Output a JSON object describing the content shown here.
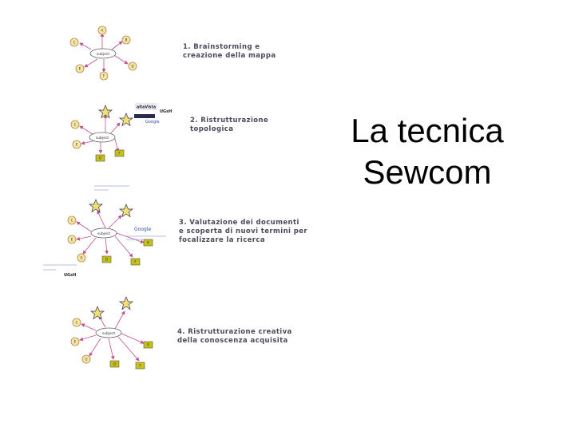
{
  "slide": {
    "title_line1": "La tecnica",
    "title_line2": "Sewcom"
  },
  "steps": [
    {
      "line1": "1. Brainstorming e",
      "line2": "creazione della mappa"
    },
    {
      "line1": "2. Ristrutturazione",
      "line2": "topologica"
    },
    {
      "line1": "3. Valutazione dei documenti",
      "line2": "e scoperta di nuovi termini per",
      "line3": "focalizzare la ricerca"
    },
    {
      "line1": "4. Ristrutturazione creativa",
      "line2": "della conoscenza acquisita"
    }
  ],
  "map_labels": {
    "center_1": "subject",
    "center_2": "subject",
    "center_3": "subject",
    "center_4": "subject",
    "node_a": "A",
    "node_b": "B",
    "node_c": "C",
    "node_d": "D",
    "node_e": "E",
    "node_f": "F",
    "node_g": "G",
    "logo_altavista": "altaVista",
    "logo_google": "Google",
    "logo_ugs": "UGsH"
  },
  "colors": {
    "node_fill": "#f5e6a8",
    "node_stroke": "#b08840",
    "square_fill": "#c8c020",
    "arrow": "#c05090",
    "star_fill": "#f0e070",
    "star_stroke": "#303060",
    "link_text": "#7777cc",
    "title_text": "#000000",
    "caption_text": "#4a4a5a"
  }
}
